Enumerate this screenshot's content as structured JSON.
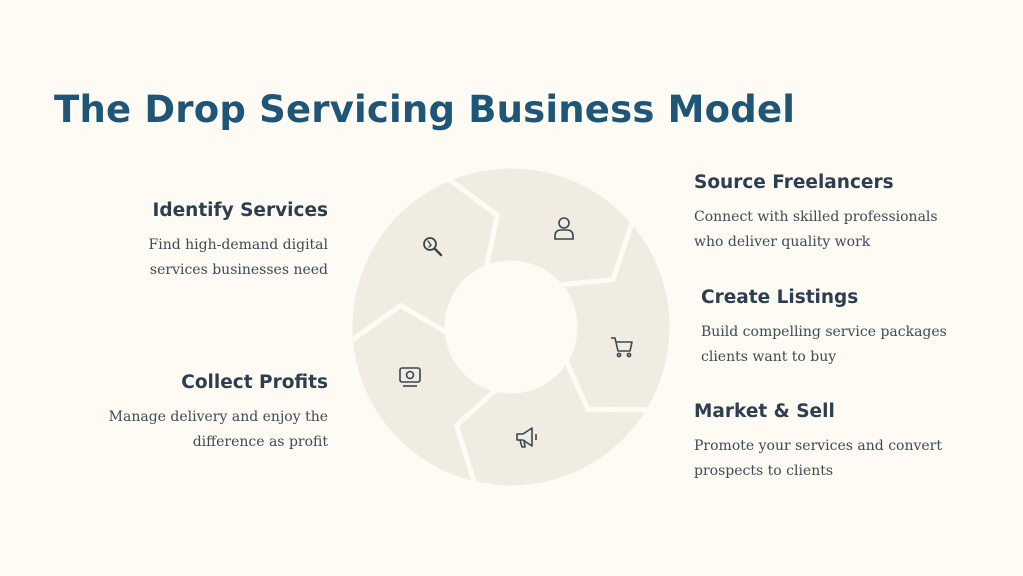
{
  "title": "The Drop Servicing Business Model",
  "steps": {
    "identify": {
      "title": "Identify Services",
      "desc": "Find high-demand digital services businesses need",
      "icon": "search-icon"
    },
    "source": {
      "title": "Source Freelancers",
      "desc": "Connect with skilled professionals who deliver quality work",
      "icon": "user-icon"
    },
    "listings": {
      "title": "Create Listings",
      "desc": "Build compelling service packages clients want to buy",
      "icon": "cart-icon"
    },
    "market": {
      "title": "Market & Sell",
      "desc": "Promote your services and convert prospects to clients",
      "icon": "megaphone-icon"
    },
    "profits": {
      "title": "Collect Profits",
      "desc": "Manage delivery and enjoy the difference as profit",
      "icon": "money-icon"
    }
  },
  "colors": {
    "background": "#fdfbf3",
    "segment": "#f0ece2",
    "title": "#1f5577",
    "heading": "#2c3e50",
    "icon": "#3a4652"
  }
}
